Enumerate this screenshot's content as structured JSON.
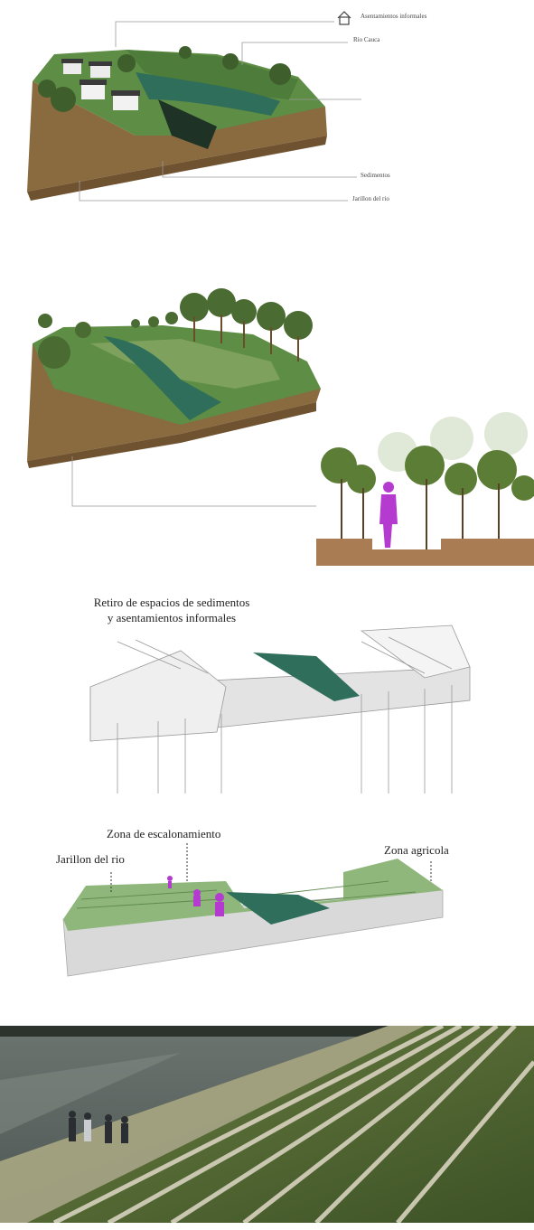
{
  "diagram1": {
    "legend_icon": "house-icon",
    "labels": {
      "informal_settlements": "Asentamientos informales",
      "river": "Rio Cauca",
      "sediments": "Sedimentos",
      "levee": "Jarillon del rio"
    }
  },
  "diagram3": {
    "title_line1": "Retiro de espacios de sedimentos",
    "title_line2": "y asentamientos informales"
  },
  "diagram4": {
    "labels": {
      "terracing_zone": "Zona de escalonamiento",
      "levee": "Jarillon del rio",
      "agricultural_zone": "Zona agricola"
    }
  },
  "colors": {
    "river_water": "#2f6e5a",
    "grass": "#5e8d45",
    "soil": "#8a6a3f",
    "person_highlight": "#b53bd0",
    "terrace_green": "#8fb77c",
    "block_grey": "#d9d9d9"
  }
}
